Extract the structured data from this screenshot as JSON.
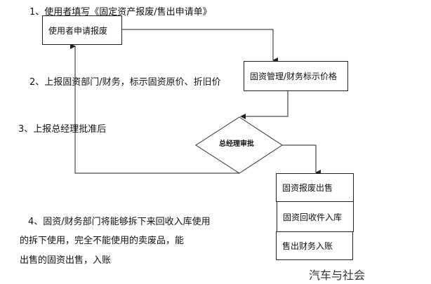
{
  "steps": {
    "step1": "1、使用者填写《固定资产报废/售出申请单》",
    "step2": "2、上报固资部门/财务，标示固资原价、折旧价",
    "step3": "3、上报总经理批准后",
    "step4_line1": "4、固资/财务部门将能够拆下来回收入库使用",
    "step4_line2": "的拆下使用，完全不能使用的卖废品，能",
    "step4_line3": "出售的固资出售，入账"
  },
  "nodes": {
    "apply": "使用者申请报废",
    "price": "固资管理/财务标示价格",
    "approve": "总经理审批",
    "sell": "固资报废出售",
    "recycle": "固资回收件入库",
    "account": "售出财务入账"
  },
  "watermark": "汽车与社会"
}
